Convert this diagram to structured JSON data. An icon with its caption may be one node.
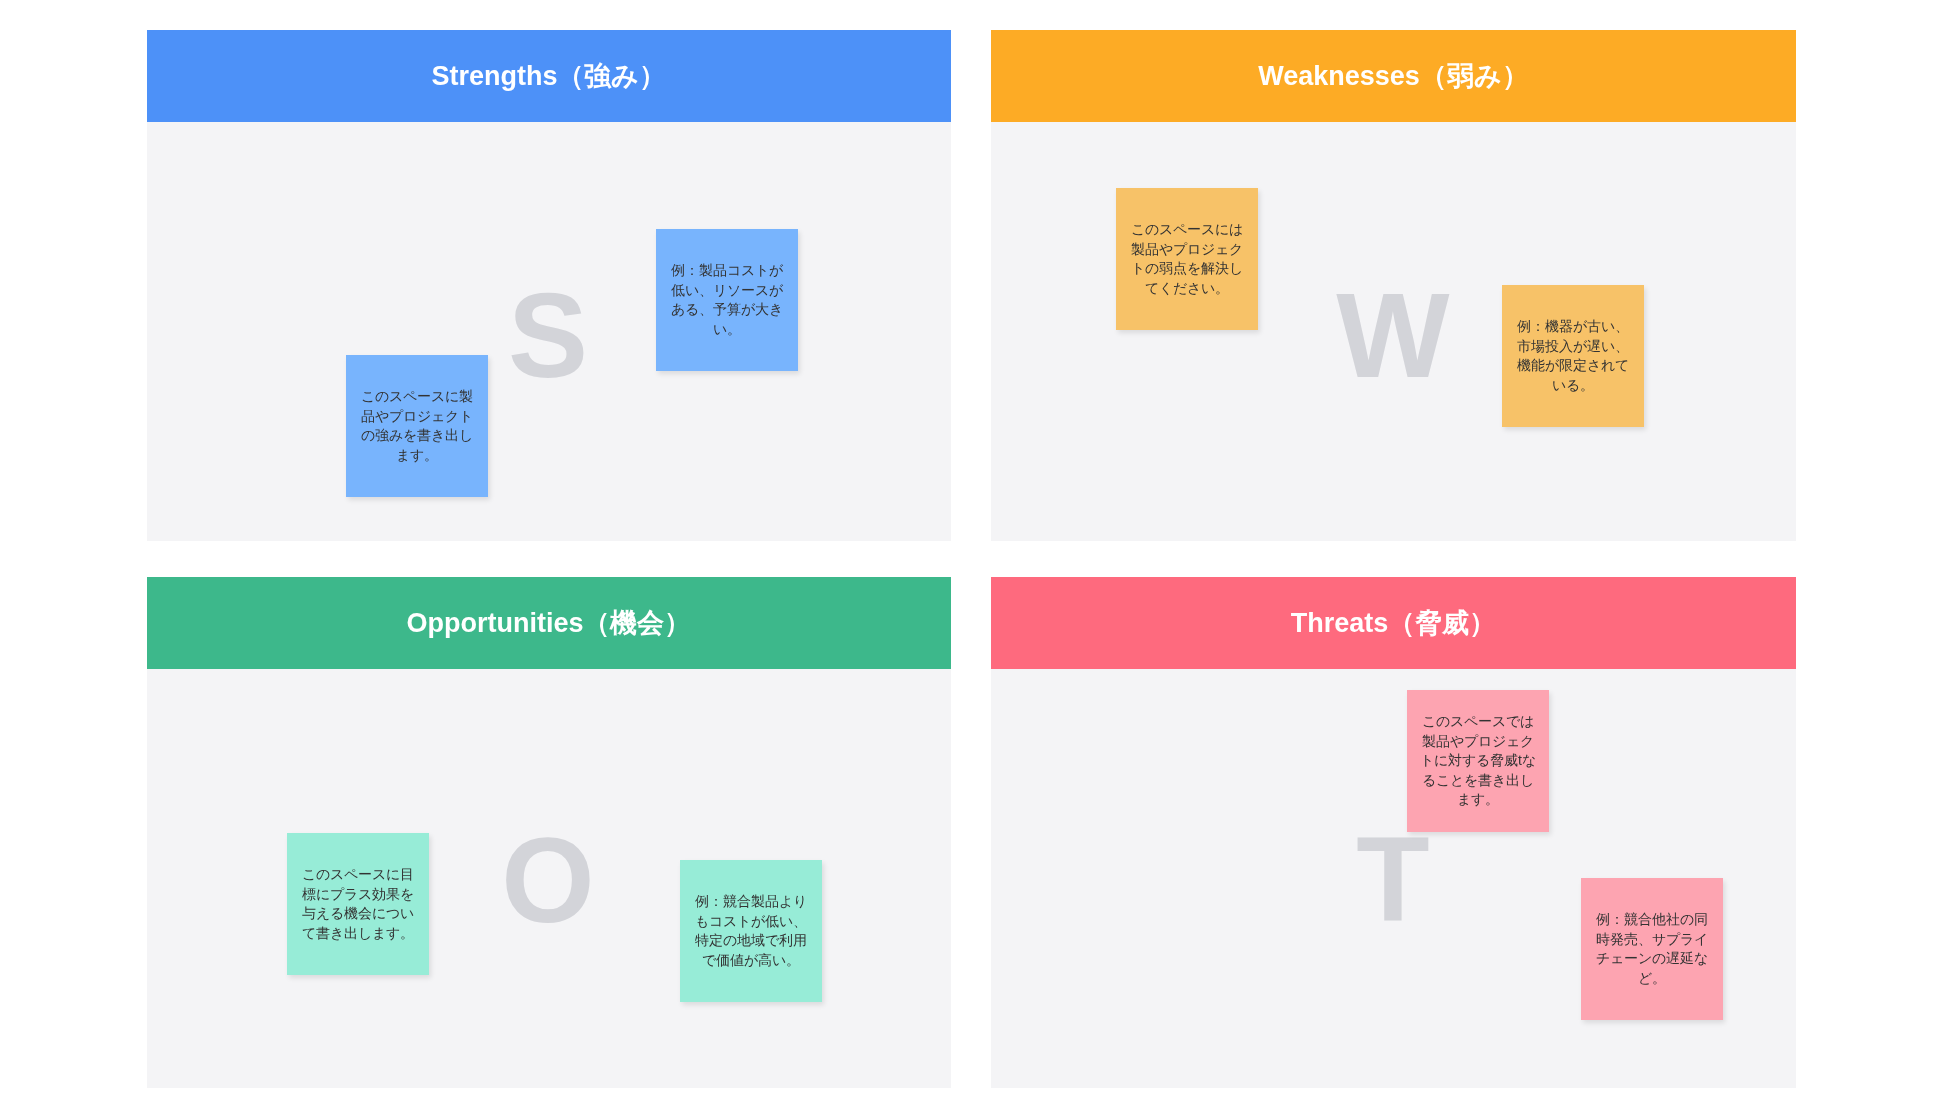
{
  "diagram": {
    "nodes": [
      {
        "text": [
          "Strengths（強み）",
          "S"
        ]
      },
      {
        "text": [
          "例：製品コストが低い、リソースがある、予算が大きい。"
        ],
        "in": 0
      },
      {
        "text": [
          "このスペースに製品やプロジェクトの強みを書き出します。"
        ],
        "in": 0
      },
      {
        "text": [
          "Weaknesses（弱み）",
          "W"
        ]
      },
      {
        "text": [
          "このスペースには製品やプロジェクトの弱点を解決してください。"
        ],
        "in": 3
      },
      {
        "text": [
          "例：機器が古い、市場投入が遅い、機能が限定されている。"
        ],
        "in": 3
      },
      {
        "text": [
          "Opportunities（機会）",
          "O"
        ]
      },
      {
        "text": [
          "このスペースに目標にプラス効果を与える機会について書き出します。"
        ],
        "in": 6
      },
      {
        "text": [
          "例：競合製品よりもコストが低い、特定の地域で利用で価値が高い。"
        ],
        "in": 6
      },
      {
        "text": [
          "Threats（脅威）",
          "T"
        ]
      },
      {
        "text": [
          "このスペースでは製品やプロジェクトに対する脅威tなることを書き出します。"
        ],
        "in": 9
      },
      {
        "text": [
          "例：競合他社の同時発売、サプライチェーンの遅延など。"
        ],
        "in": 9
      }
    ]
  }
}
